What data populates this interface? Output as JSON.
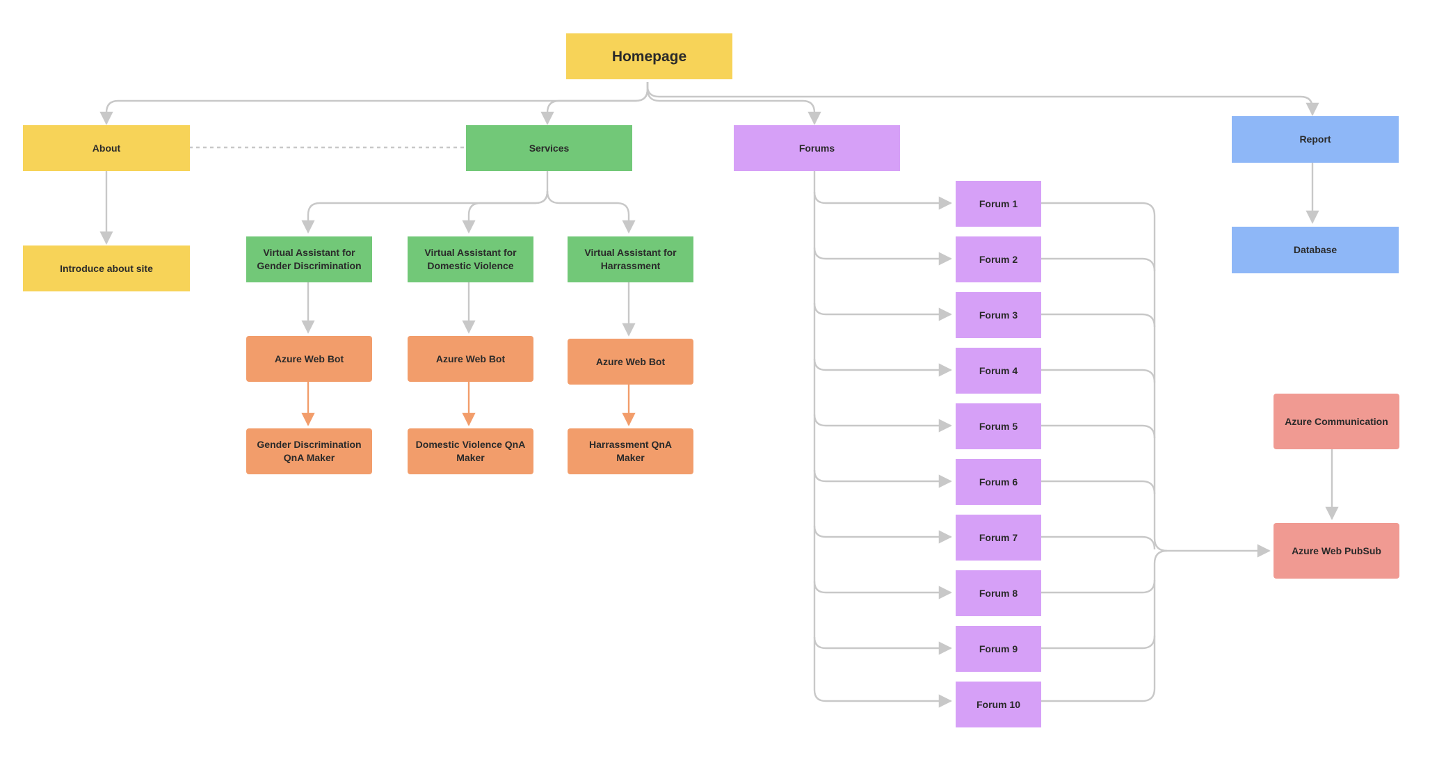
{
  "nodes": {
    "homepage": "Homepage",
    "about": "About",
    "services": "Services",
    "forums": "Forums",
    "report": "Report",
    "introduce": "Introduce about site",
    "database": "Database",
    "va_gender": "Virtual Assistant for\nGender Discrimination",
    "va_domestic": "Virtual Assistant for\nDomestic Violence",
    "va_harrassment": "Virtual Assistant for\nHarrassment",
    "bot_gender": "Azure Web Bot",
    "bot_domestic": "Azure Web Bot",
    "bot_harrassment": "Azure Web Bot",
    "qna_gender": "Gender Discrimination\nQnA Maker",
    "qna_domestic": "Domestic Violence QnA\nMaker",
    "qna_harrassment": "Harrassment QnA\nMaker",
    "forum_1": "Forum 1",
    "forum_2": "Forum 2",
    "forum_3": "Forum 3",
    "forum_4": "Forum 4",
    "forum_5": "Forum 5",
    "forum_6": "Forum 6",
    "forum_7": "Forum 7",
    "forum_8": "Forum 8",
    "forum_9": "Forum 9",
    "forum_10": "Forum 10",
    "azure_communication": "Azure Communication",
    "azure_pubsub": "Azure Web PubSub"
  },
  "colors": {
    "yellow": "#f7d358",
    "green": "#72c878",
    "purple": "#d6a0f7",
    "blue": "#8eb7f7",
    "orange": "#f29d6b",
    "red": "#f09a92",
    "connector": "#c8c8c8",
    "connector_accent": "#f29d6b"
  }
}
